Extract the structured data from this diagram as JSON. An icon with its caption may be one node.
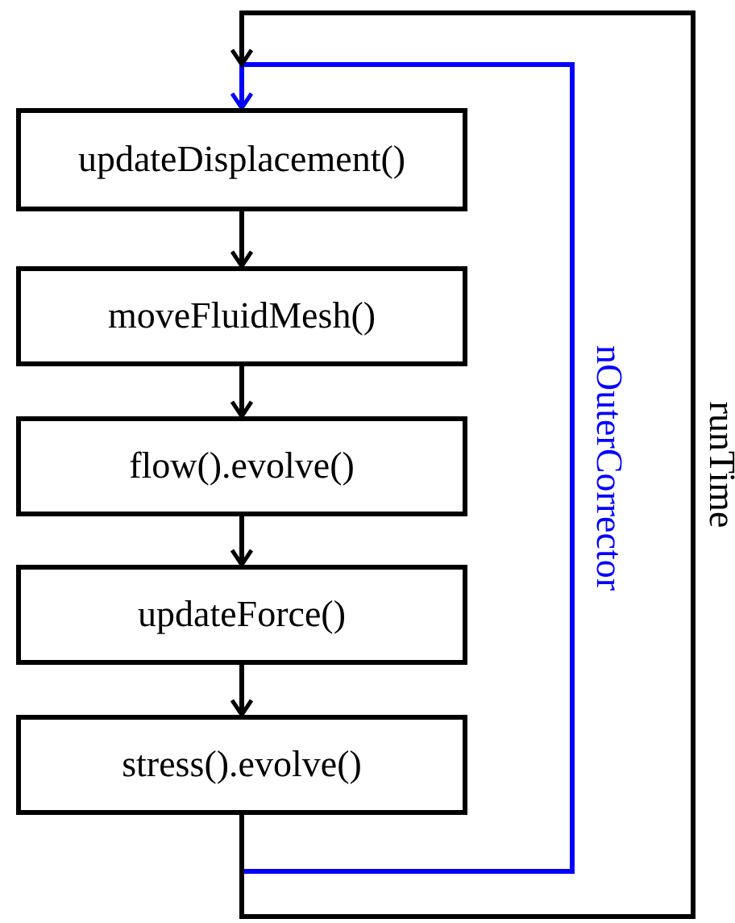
{
  "diagram": {
    "nodes": [
      {
        "text": [
          "updateDisplacement()"
        ]
      },
      {
        "text": [
          "moveFluidMesh()"
        ]
      },
      {
        "text": [
          "flow().evolve()"
        ]
      },
      {
        "text": [
          "updateForce()"
        ]
      },
      {
        "text": [
          "stress().evolve()"
        ]
      }
    ],
    "edges": [
      {
        "from": 0,
        "to": 1,
        "arrow": "to"
      },
      {
        "from": 1,
        "to": 2,
        "arrow": "to"
      },
      {
        "from": 2,
        "to": 3,
        "arrow": "to"
      },
      {
        "from": 3,
        "to": 4,
        "arrow": "to"
      },
      {
        "from": 4,
        "to": 0,
        "arrow": "to",
        "label": "nOuterCorrector",
        "color": "#0000ff"
      },
      {
        "from": 4,
        "to": 0,
        "arrow": "to",
        "label": "runTime"
      }
    ]
  }
}
